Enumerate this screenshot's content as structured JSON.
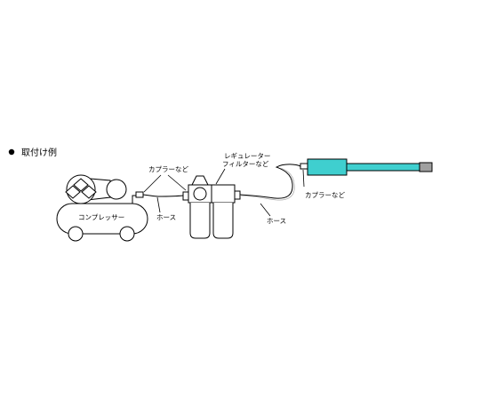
{
  "title": "取付け例",
  "labels": {
    "compressor": "コンプレッサー",
    "coupler_left": "カプラーなど",
    "hose_left": "ホース",
    "regulator_line1": "レギュレーター",
    "regulator_line2": "フィルターなど",
    "hose_right": "ホース",
    "coupler_right": "カプラーなど"
  },
  "colors": {
    "line": "#000000",
    "tool_body": "#3fcfcf",
    "tool_shaft": "#3fcfcf",
    "tool_tip": "#a0a0a0",
    "hose": "#9a9a9a",
    "background": "#ffffff"
  }
}
